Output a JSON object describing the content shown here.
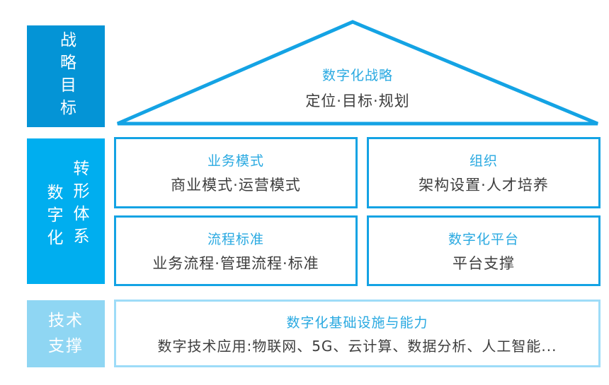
{
  "colors": {
    "rail-strong": "#0494d6",
    "rail-bright": "#00aeef",
    "rail-light": "#8fd6f3",
    "outline-blue": "#14a3e4",
    "outline-light": "#9edcf8",
    "title-blue": "#29a9e1",
    "text-dark": "#3e3e3e"
  },
  "left_rail": {
    "strategy_label": "战略目标",
    "transformation": {
      "col_left": "数字化",
      "col_right": "转形体系"
    },
    "tech_support": {
      "line1": "技术",
      "line2": "支撑"
    }
  },
  "roof": {
    "title": "数字化战略",
    "subtitle": "定位·目标·规划"
  },
  "grid": [
    {
      "title": "业务模式",
      "subtitle": "商业模式·运营模式"
    },
    {
      "title": "组织",
      "subtitle": "架构设置·人才培养"
    },
    {
      "title": "流程标准",
      "subtitle": "业务流程·管理流程·标准"
    },
    {
      "title": "数字化平台",
      "subtitle": "平台支撑"
    }
  ],
  "foundation": {
    "title": "数字化基础设施与能力",
    "subtitle": "数字技术应用:物联网、5G、云计算、数据分析、人工智能..."
  }
}
